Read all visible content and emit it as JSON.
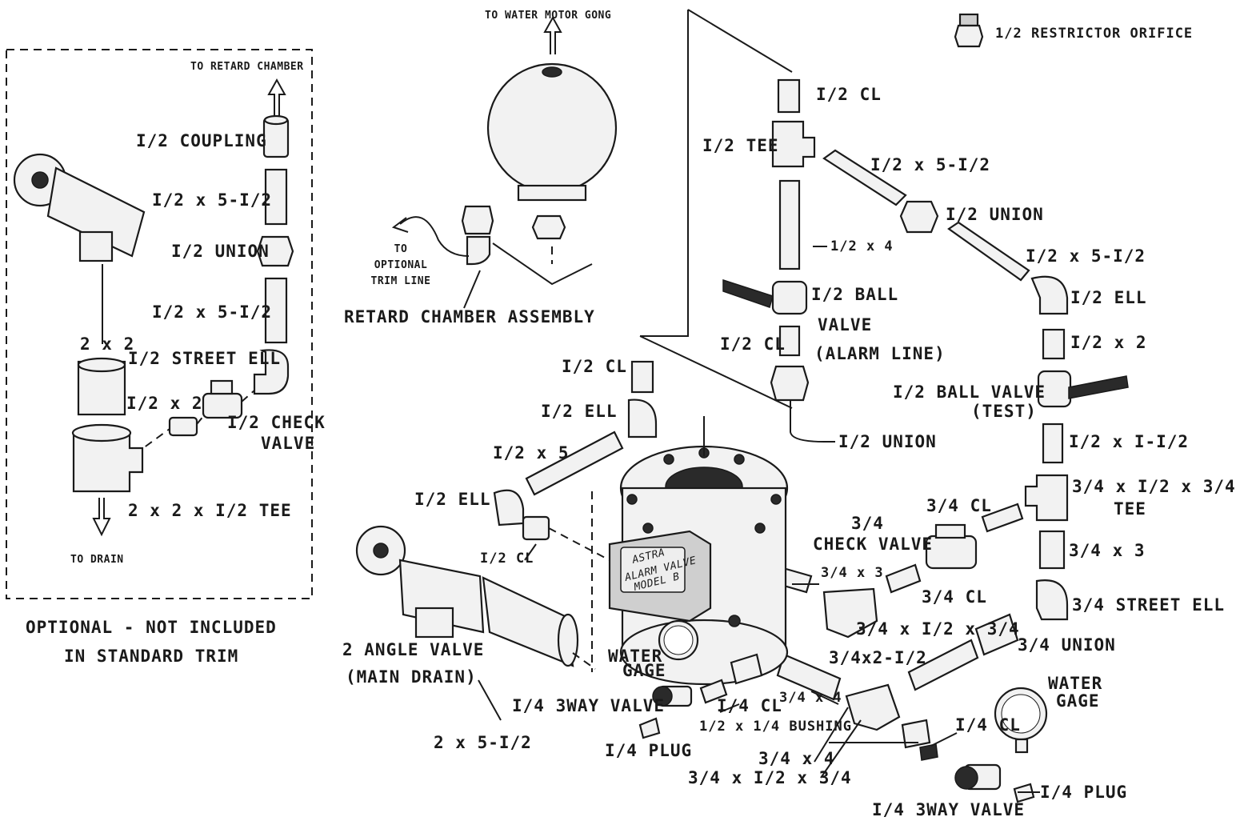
{
  "labels": {
    "restrictor": "1/2 RESTRICTOR ORIFICE",
    "to_water_motor_gong": "TO WATER MOTOR GONG",
    "to_retard_chamber": "TO RETARD CHAMBER",
    "coupling_half": "I/2 COUPLING",
    "opt_nipple_a": "I/2 x 5-I/2",
    "opt_union": "I/2 UNION",
    "opt_nipple_b": "I/2 x 5-I/2",
    "two_by_two": "2 x 2",
    "opt_street_ell": "I/2 STREET ELL",
    "opt_half_by_two": "I/2 x 2",
    "opt_check_valve_l1": "I/2 CHECK",
    "opt_check_valve_l2": "VALVE",
    "opt_tee": "2 x 2 x I/2 TEE",
    "to_drain": "TO DRAIN",
    "optional_l1": "OPTIONAL - NOT INCLUDED",
    "optional_l2": "IN STANDARD TRIM",
    "to_optional_l1": "TO",
    "to_optional_l2": "OPTIONAL",
    "to_optional_l3": "TRIM LINE",
    "retard_assembly": "RETARD CHAMBER ASSEMBLY",
    "r_cl_top": "I/2 CL",
    "r_tee": "I/2 TEE",
    "r_nipple_a": "I/2 x 5-I/2",
    "r_union_a": "I/2 UNION",
    "r_half_by_four": "1/2 x 4",
    "r_nipple_b": "I/2 x 5-I/2",
    "r_ball_valve_l1": "I/2 BALL",
    "r_ball_valve_l2": "VALVE",
    "r_ball_valve_l3": "(ALARM LINE)",
    "r_ell": "I/2 ELL",
    "r_cl_mid": "I/2 CL",
    "r_half_by_two": "I/2 x 2",
    "r_ball_test_l1": "I/2 BALL VALVE",
    "r_ball_test_l2": "(TEST)",
    "r_union_b": "I/2 UNION",
    "r_half_by_one": "I/2 x I-I/2",
    "r_tee_big_l1": "3/4 x I/2 x 3/4",
    "r_tee_big_l2": "TEE",
    "r_cl_34": "3/4 CL",
    "r_check_l1": "3/4",
    "r_check_l2": "CHECK VALVE",
    "r_34x3": "3/4 x 3",
    "c_34x3": "3/4 x 3",
    "c_34cl": "3/4 CL",
    "r_street_ell": "3/4 STREET ELL",
    "c_tee": "3/4 x I/2 x 3/4",
    "r_union_34": "3/4 UNION",
    "c_34x2half": "3/4x2-I/2",
    "l_cl": "I/2 CL",
    "l_ell_a": "I/2 ELL",
    "l_half_by_five": "I/2 x 5",
    "l_ell_b": "I/2 ELL",
    "l_cl_b": "I/2 CL",
    "angle_valve_l1": "2 ANGLE VALVE",
    "angle_valve_l2": "(MAIN DRAIN)",
    "two_by_five": "2 x 5-I/2",
    "water_gage_l1": "WATER",
    "water_gage_l2": "GAGE",
    "three_way_a": "I/4 3WAY VALVE",
    "quarter_cl_a": "I/4 CL",
    "three_by_four_a": "3/4 x 4",
    "bushing": "1/2 x 1/4 BUSHING",
    "quarter_plug_a": "I/4 PLUG",
    "three_by_four_b": "3/4 x 4",
    "tee_bottom": "3/4 x I/2 x 3/4",
    "quarter_cl_b": "I/4 CL",
    "water_gage2_l1": "WATER",
    "water_gage2_l2": "GAGE",
    "quarter_plug_b": "I/4 PLUG",
    "three_way_b": "I/4 3WAY VALVE",
    "valve_plate_l1": "ASTRA",
    "valve_plate_l2": "ALARM VALVE",
    "valve_plate_l3": "MODEL B"
  }
}
